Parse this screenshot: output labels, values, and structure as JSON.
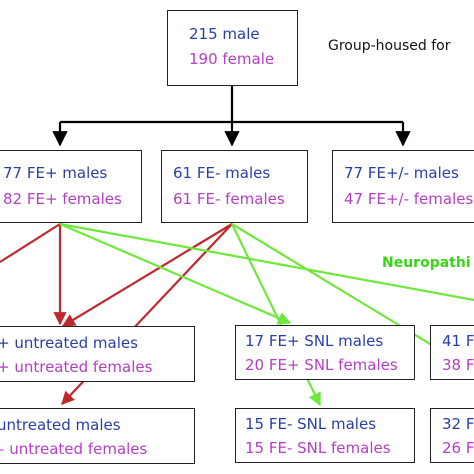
{
  "root": {
    "males": "215 male",
    "females": "190 female"
  },
  "header_note": "Group-housed for",
  "level2": [
    {
      "males": "77 FE+ males",
      "females": "82 FE+ females"
    },
    {
      "males": "61 FE- males",
      "females": "61 FE- females"
    },
    {
      "males": "77 FE+/- males",
      "females": "47 FE+/- females"
    }
  ],
  "neuro_label": "Neuropathi",
  "level3": [
    {
      "males": "+ untreated males",
      "females": "+ untreated females"
    },
    {
      "males": "17 FE+ SNL males",
      "females": "20 FE+ SNL females"
    },
    {
      "males": "41 F",
      "females": "38 F"
    }
  ],
  "level4": [
    {
      "males": "untreated males",
      "females": "–  untreated females"
    },
    {
      "males": "15 FE- SNL males",
      "females": "15 FE- SNL females"
    },
    {
      "males": "32 F",
      "females": "26 F"
    }
  ],
  "colors": {
    "male_text": "#2a3ea8",
    "female_text": "#b43fc4",
    "untreated_arrow": "#c0282d",
    "snl_arrow": "#6ee83a",
    "tree_connector": "#000000",
    "neuro_label": "#39d615"
  }
}
